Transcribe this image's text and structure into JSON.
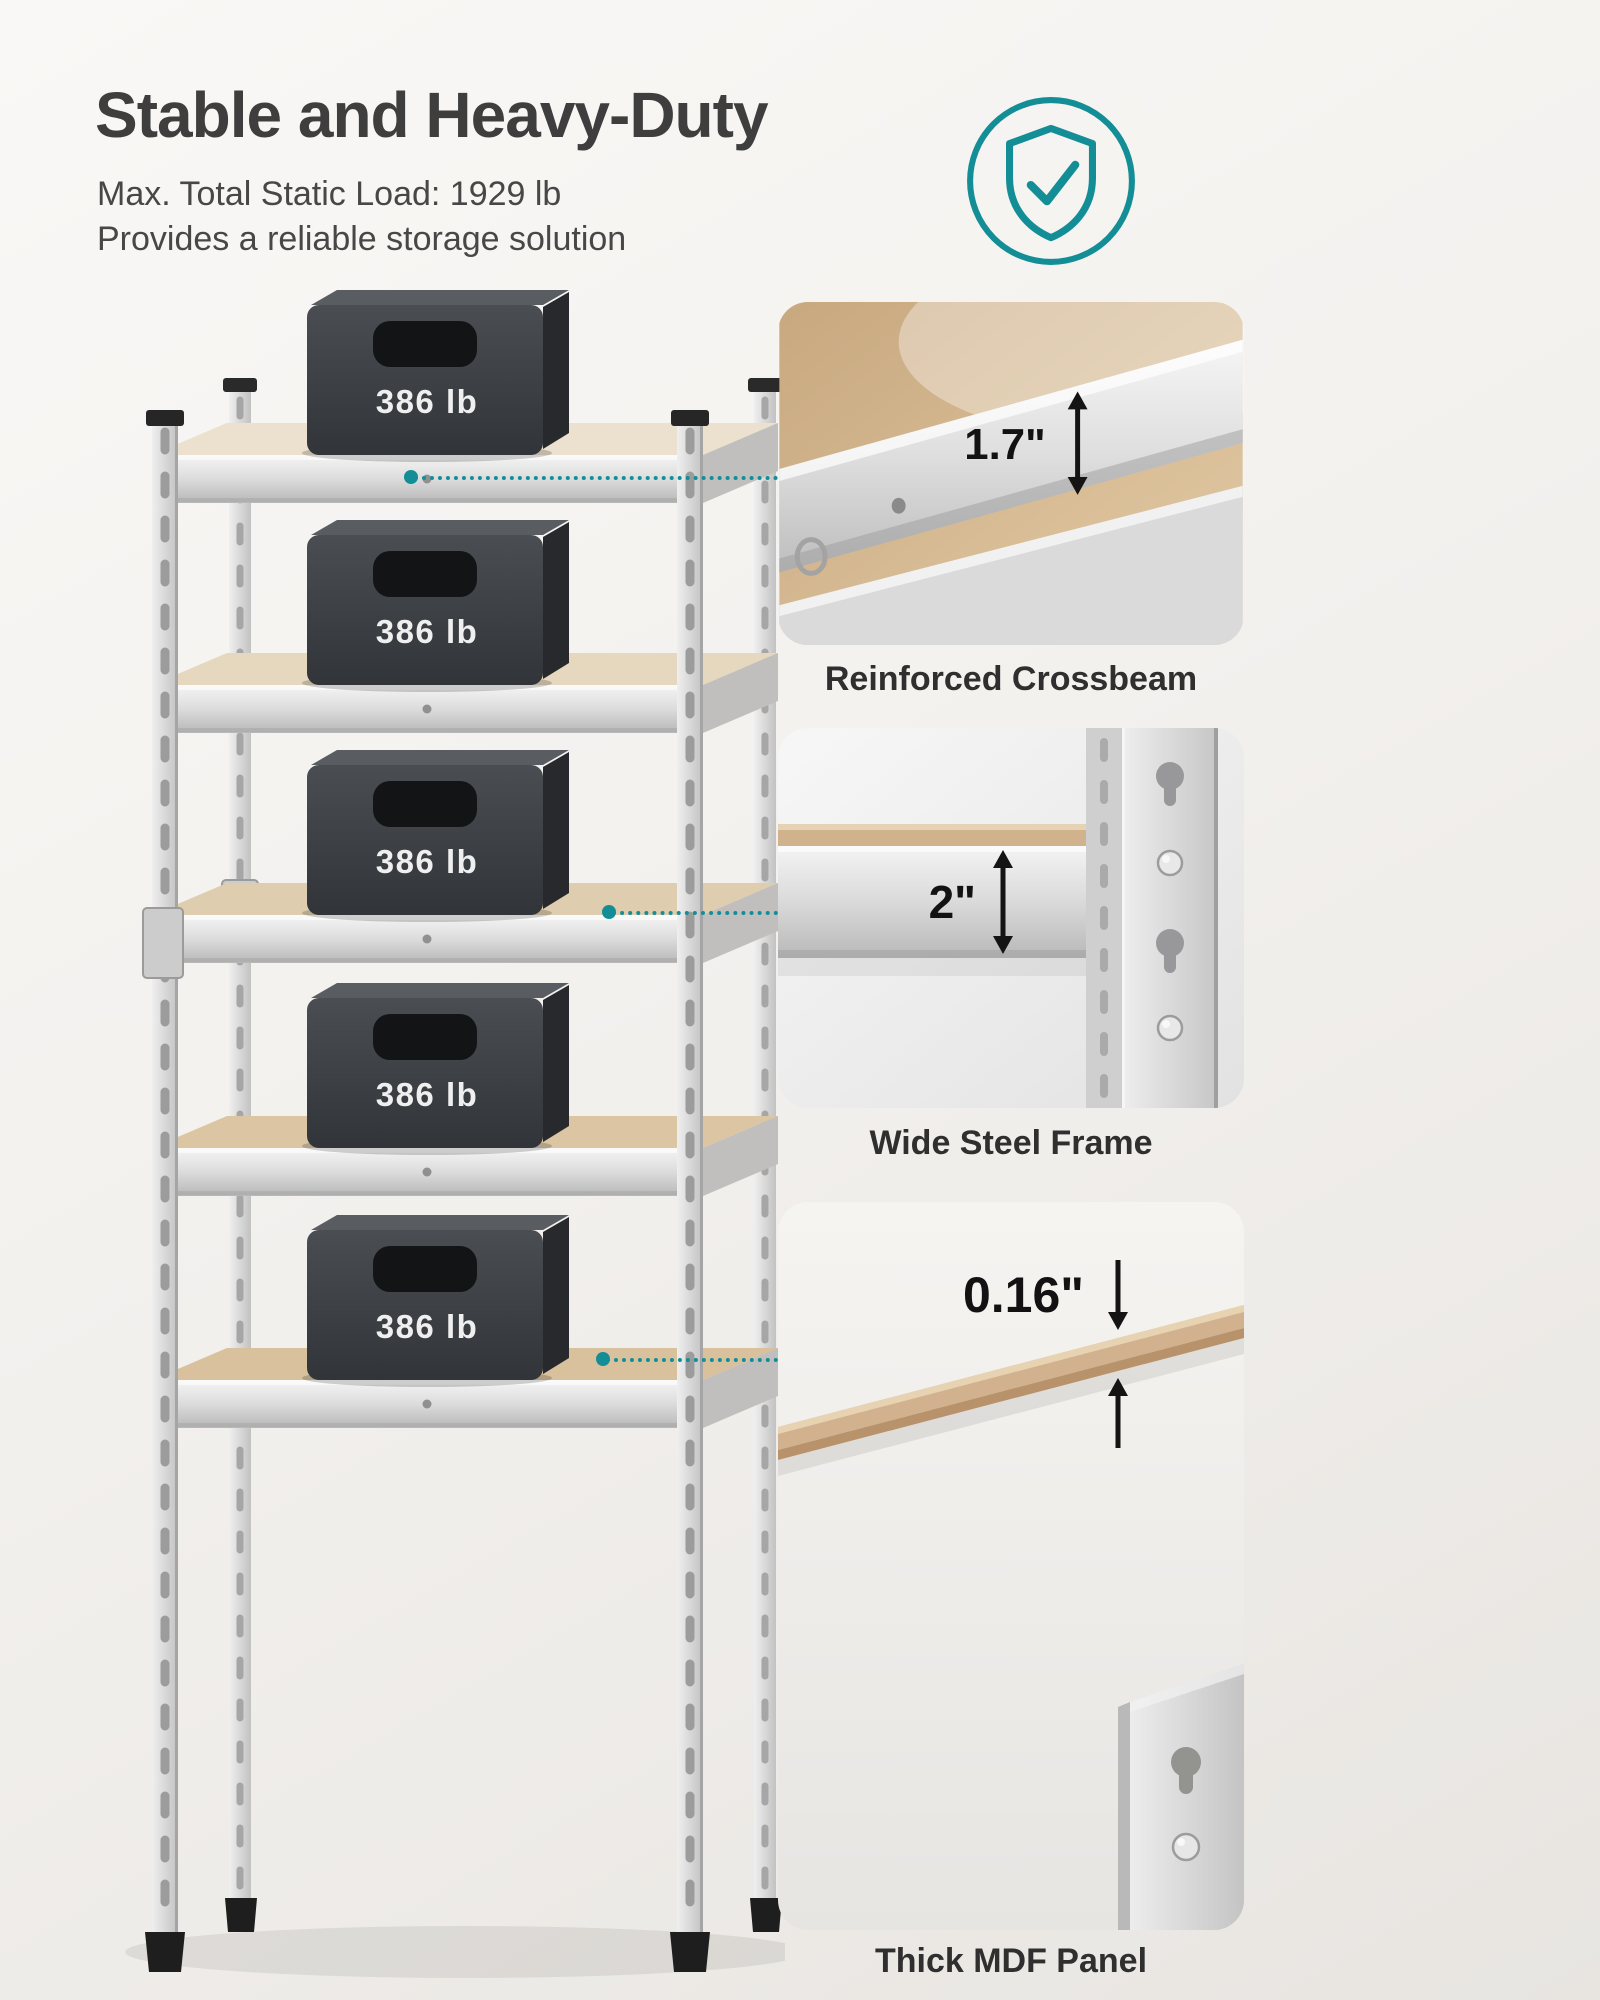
{
  "page": {
    "title": "Stable and Heavy-Duty",
    "subtitle_line1": "Max. Total Static Load: 1929 lb",
    "subtitle_line2": "Provides a reliable storage solution"
  },
  "badge": {
    "icon": "shield-check-icon"
  },
  "product": {
    "weight_label": "386 lb",
    "shelf_count": 5
  },
  "callouts": [
    {
      "measurement": "1.7\"",
      "caption": "Reinforced Crossbeam"
    },
    {
      "measurement": "2\"",
      "caption": "Wide Steel Frame"
    },
    {
      "measurement": "0.16\"",
      "caption": "Thick MDF Panel"
    }
  ],
  "colors": {
    "accent_teal": "#148e96",
    "mdf_tan": "#d2b28c",
    "metal_gray": "#d6d6d6",
    "weight_dark": "#3a3d41",
    "text_dark": "#3e3e3e",
    "background": "#f2f0ed"
  }
}
